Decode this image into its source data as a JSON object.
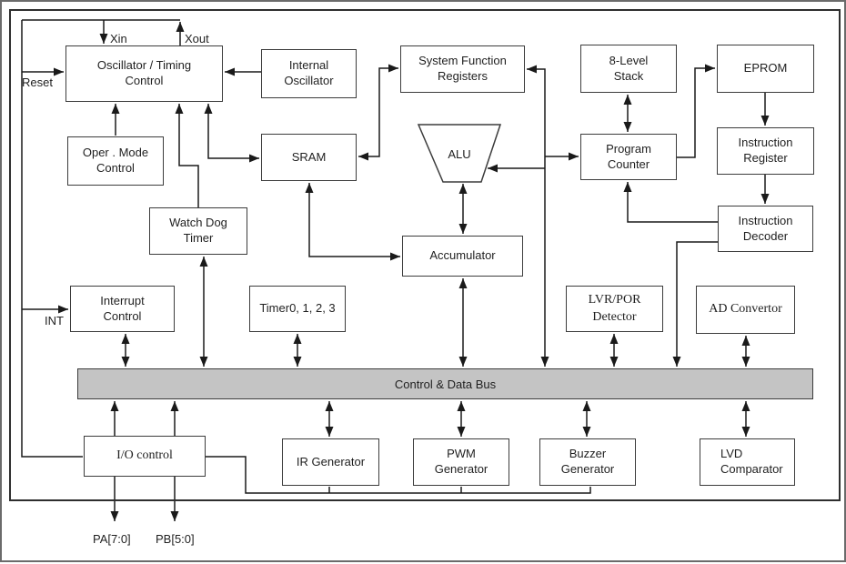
{
  "blocks": {
    "oscillator": "Oscillator / Timing\nControl",
    "internal_oscillator": "Internal\nOscillator",
    "system_function_registers": "System Function\nRegisters",
    "eight_level_stack": "8-Level\nStack",
    "eprom": "EPROM",
    "oper_mode_control": "Oper . Mode\nControl",
    "sram": "SRAM",
    "alu": "ALU",
    "program_counter": "Program\nCounter",
    "instruction_register": "Instruction\nRegister",
    "watch_dog_timer": "Watch Dog\nTimer",
    "accumulator": "Accumulator",
    "instruction_decoder": "Instruction\nDecoder",
    "interrupt_control": "Interrupt\nControl",
    "timers": "Timer0, 1, 2, 3",
    "lvr_por_detector": "LVR/POR\nDetector",
    "ad_convertor": "AD Convertor",
    "bus": "Control  & Data Bus",
    "io_control": "I/O control",
    "ir_generator": "IR Generator",
    "pwm_generator": "PWM\nGenerator",
    "buzzer_generator": "Buzzer\nGenerator",
    "lvd_comparator": "LVD\nComparator"
  },
  "labels": {
    "xin": "Xin",
    "xout": "Xout",
    "reset": "Reset",
    "int": "INT",
    "pa": "PA[7:0]",
    "pb": "PB[5:0]"
  },
  "colors": {
    "line": "#1a1a1a",
    "box_border": "#3c3c3c",
    "bus_fill": "#c4c4c4",
    "background": "#ffffff"
  }
}
